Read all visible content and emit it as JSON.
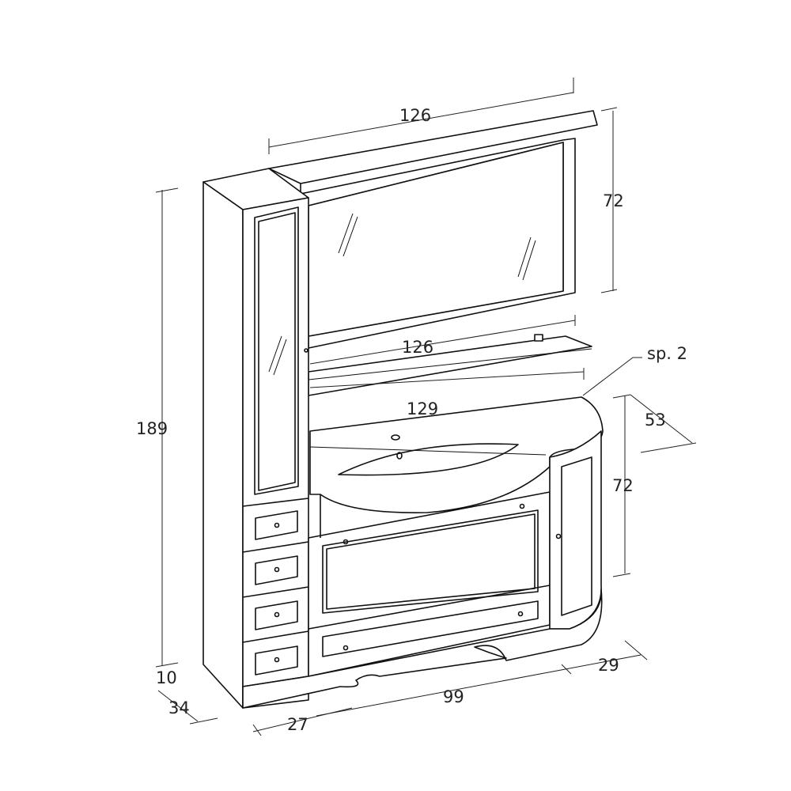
{
  "dimensions": {
    "mirror_width": "126",
    "mirror_height": "72",
    "shelf_width": "126",
    "top_thickness": "sp. 2",
    "top_width": "129",
    "base_depth": "53",
    "base_height": "72",
    "column_height": "189",
    "plinth_height": "10",
    "column_depth": "34",
    "column_width": "27",
    "base_width": "99",
    "side_unit_width": "29"
  }
}
